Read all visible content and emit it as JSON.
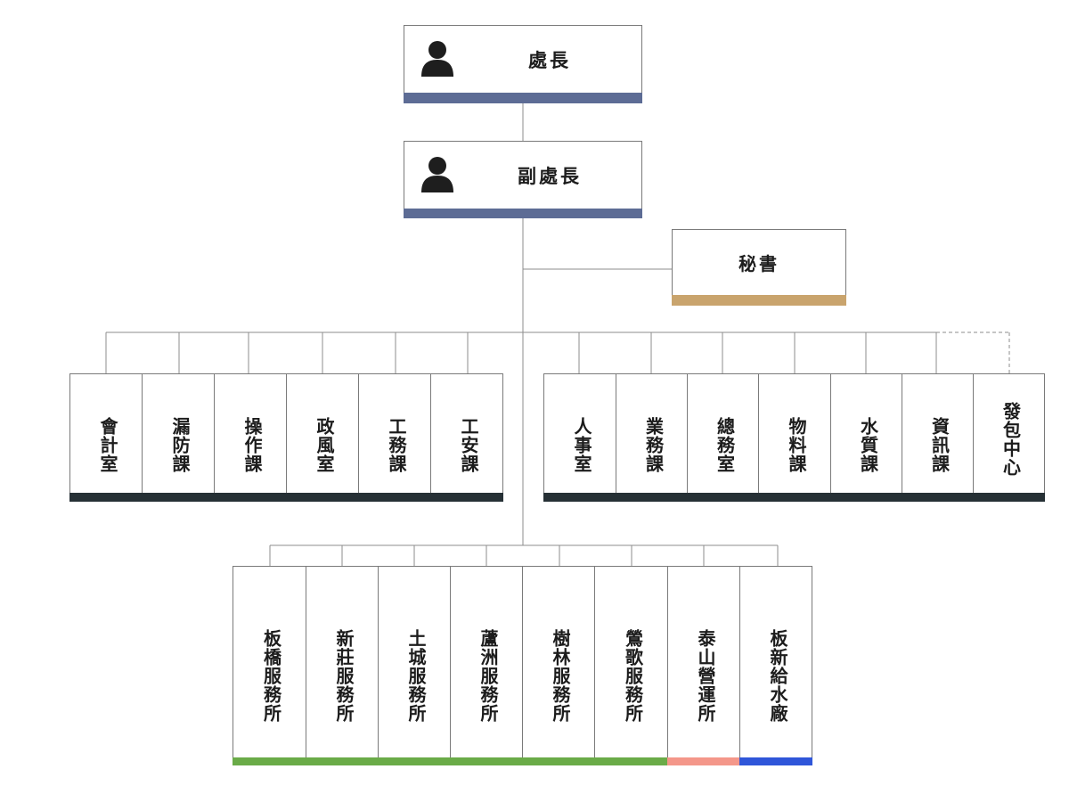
{
  "colors": {
    "top_bar": "#5d6c95",
    "secretary_bar": "#c9a46d",
    "section_bar": "#263035",
    "office_bar_green": "#6aab48",
    "office_bar_salmon": "#f4978a",
    "office_bar_blue": "#2f56d9",
    "line": "#8c8c8c",
    "border": "#7a7a7a"
  },
  "director": {
    "label": "處長",
    "icon": "person-icon"
  },
  "deputy": {
    "label": "副處長",
    "icon": "person-icon"
  },
  "secretary": {
    "label": "秘書"
  },
  "left_sections": [
    {
      "label": "會計室"
    },
    {
      "label": "漏防課"
    },
    {
      "label": "操作課"
    },
    {
      "label": "政風室"
    },
    {
      "label": "工務課"
    },
    {
      "label": "工安課"
    }
  ],
  "right_sections": [
    {
      "label": "人事室"
    },
    {
      "label": "業務課"
    },
    {
      "label": "總務室"
    },
    {
      "label": "物料課"
    },
    {
      "label": "水質課"
    },
    {
      "label": "資訊課"
    },
    {
      "label": "發包中心"
    }
  ],
  "offices": [
    {
      "label": "板橋服務所"
    },
    {
      "label": "新莊服務所"
    },
    {
      "label": "土城服務所"
    },
    {
      "label": "蘆洲服務所"
    },
    {
      "label": "樹林服務所"
    },
    {
      "label": "鶯歌服務所"
    },
    {
      "label": "泰山營運所"
    },
    {
      "label": "板新給水廠"
    }
  ]
}
